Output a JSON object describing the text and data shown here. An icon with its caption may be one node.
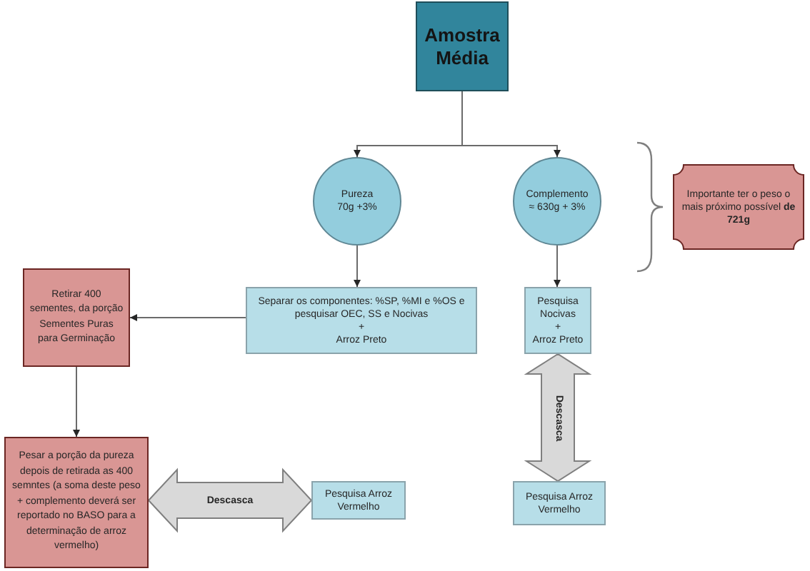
{
  "diagram": {
    "nodes": [
      {
        "text": [
          "Amostra Média"
        ]
      },
      {
        "text": [
          "Pureza",
          "70g +3%"
        ]
      },
      {
        "text": [
          "Complemento",
          "≈ 630g + 3%"
        ]
      },
      {
        "text": [
          "Importante ter o peso o mais próximo possível **de 721g**"
        ]
      },
      {
        "text": [
          "Separar os componentes: %SP, %MI e %OS e pesquisar OEC, SS e Nocivas",
          "+",
          "Arroz Preto"
        ]
      },
      {
        "text": [
          "Pesquisa Nocivas",
          "+",
          "Arroz Preto"
        ]
      },
      {
        "text": [
          "Retirar 400 sementes, da porção Sementes Puras para Germinação"
        ]
      },
      {
        "text": [
          "Pesar a porção da pureza depois de retirada as 400 semntes (a soma deste peso + complemento deverá ser reportado no BASO para a determinação de arroz vermelho)"
        ]
      },
      {
        "text": [
          "Pesquisa Arroz Vermelho"
        ]
      },
      {
        "text": [
          "Pesquisa Arroz Vermelho"
        ]
      }
    ],
    "edges": [
      {
        "from": 0,
        "to": 1,
        "arrow": "to"
      },
      {
        "from": 0,
        "to": 2,
        "arrow": "to"
      },
      {
        "from": 1,
        "to": 4,
        "arrow": "to"
      },
      {
        "from": 2,
        "to": 5,
        "arrow": "to"
      },
      {
        "from": 4,
        "to": 6,
        "arrow": "to"
      },
      {
        "from": 6,
        "to": 7,
        "arrow": "to"
      },
      {
        "from": 7,
        "to": 8,
        "arrow": "both",
        "label": "Descasca",
        "style": "thick",
        "color": "#d9d9d9"
      },
      {
        "from": 5,
        "to": 9,
        "arrow": "both",
        "label": "Descasca",
        "style": "thick",
        "color": "#d9d9d9"
      }
    ]
  }
}
